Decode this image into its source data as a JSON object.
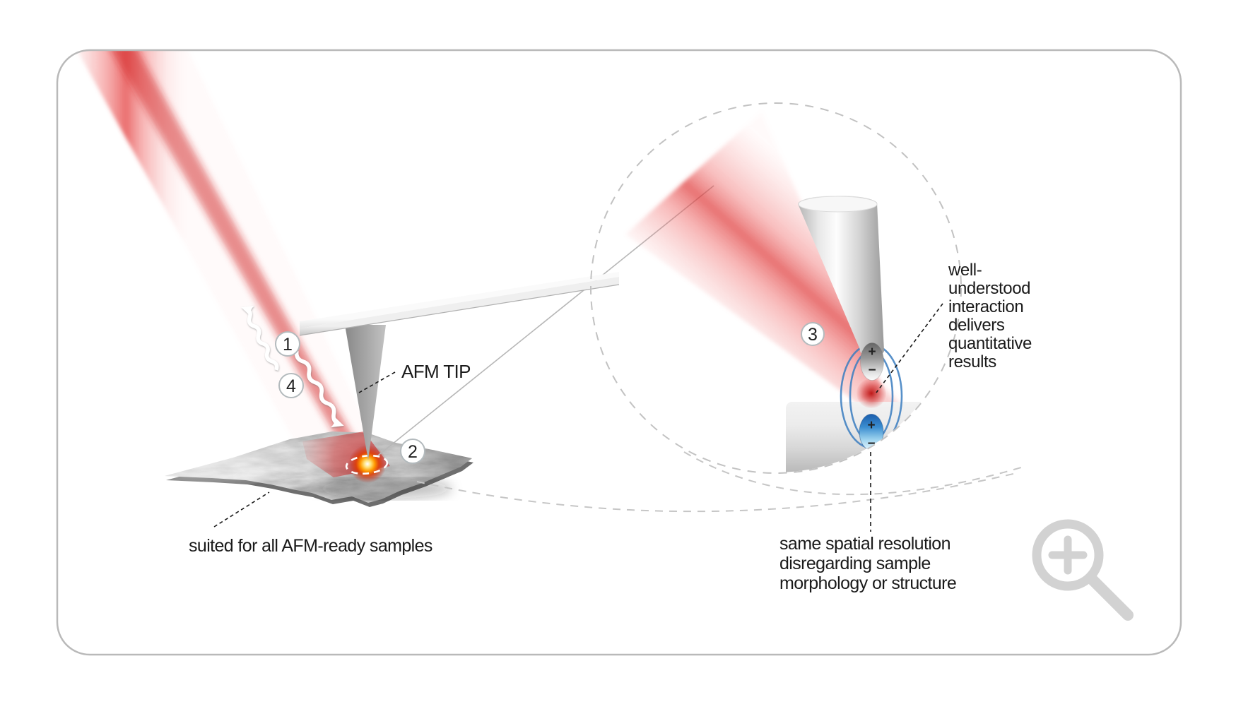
{
  "labels": {
    "afm_tip": "AFM TIP",
    "suited_samples": "suited for all AFM-ready samples"
  },
  "interaction_note": {
    "lines": [
      "well-",
      "understood",
      "interaction",
      "delivers",
      "quantitative",
      "results"
    ]
  },
  "resolution_note": {
    "lines": [
      "same spatial resolution",
      "disregarding sample",
      "morphology or structure"
    ]
  },
  "steps": {
    "incident_beam": "1",
    "sample_spot": "2",
    "tip_interaction": "3",
    "scattered_light": "4"
  },
  "charges": {
    "plus": "+",
    "minus": "−"
  },
  "icons": {
    "magnifier": "magnifier-zoom-in-icon"
  },
  "colors": {
    "beam_red": "#e04040",
    "field_blue": "#3a7cc0",
    "charge_blue": "#1c5fae",
    "card_border": "#b9b9b9",
    "magnifier_gray": "#d2d2d2",
    "glow_orange": "#ff9a00"
  }
}
